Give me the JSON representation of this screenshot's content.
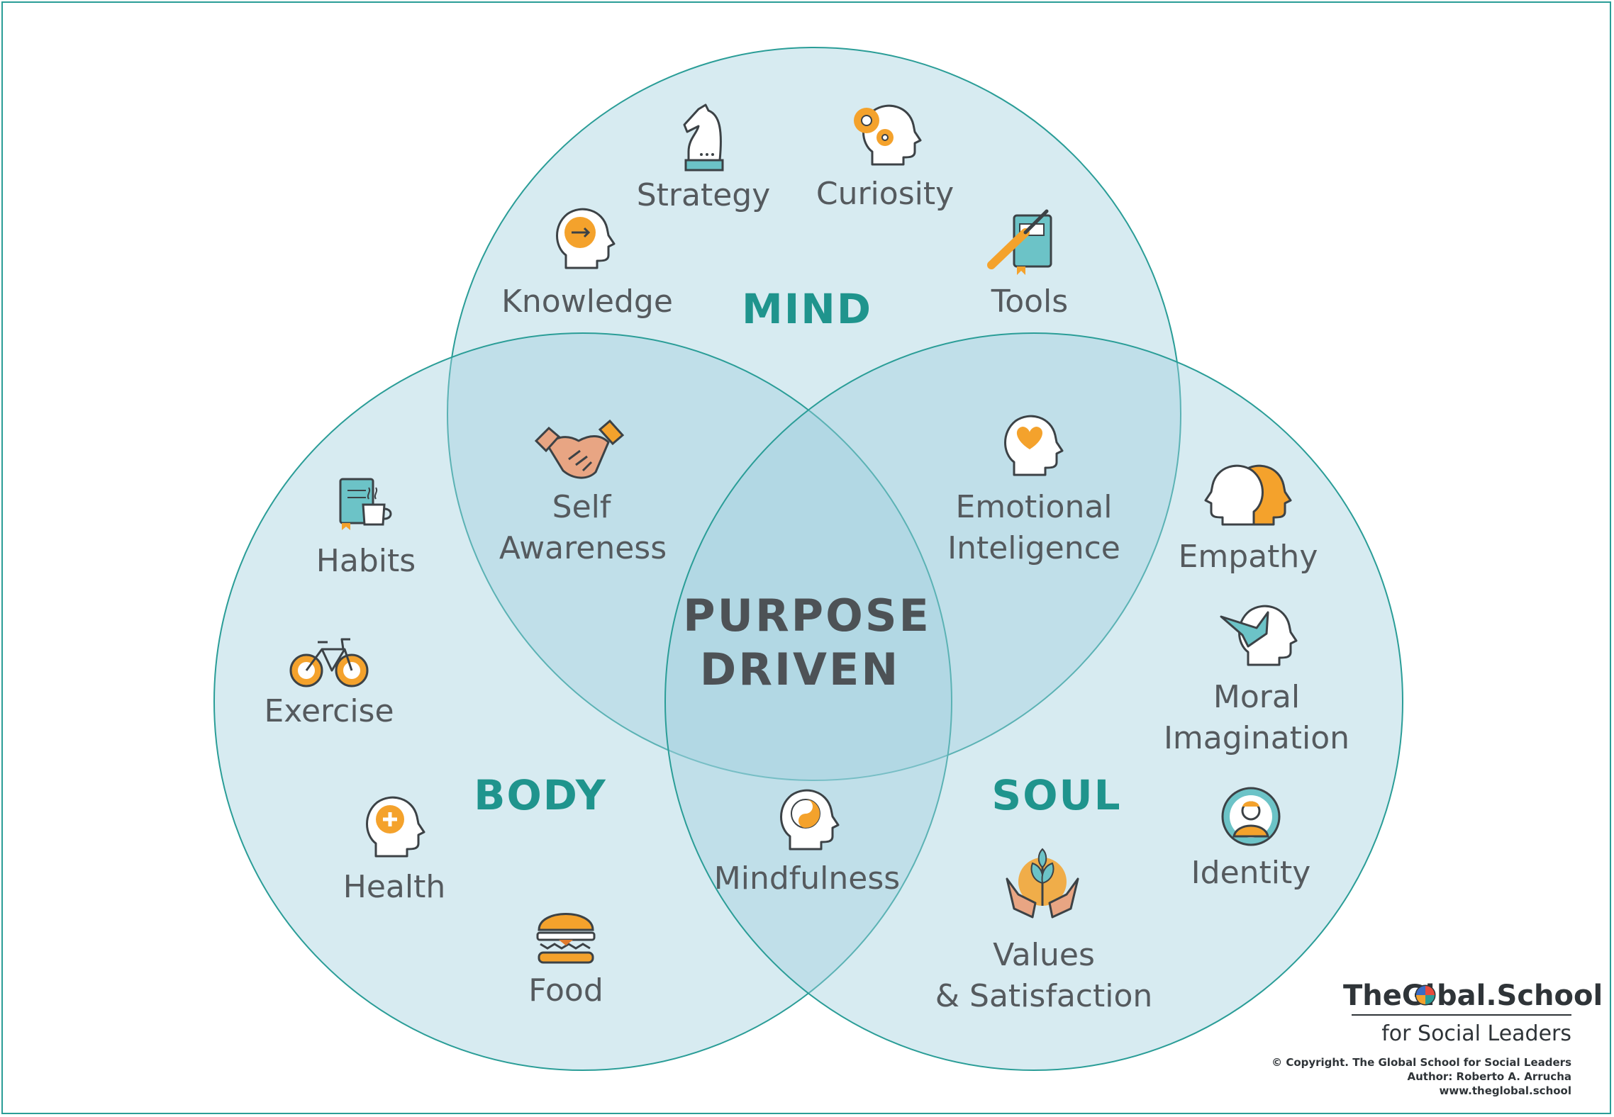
{
  "regions": {
    "mind": "MIND",
    "body": "BODY",
    "soul": "SOUL",
    "center_line1": "PURPOSE",
    "center_line2": "DRIVEN"
  },
  "items": {
    "strategy": "Strategy",
    "curiosity": "Curiosity",
    "knowledge": "Knowledge",
    "tools": "Tools",
    "self_line1": "Self",
    "self_line2": "Awareness",
    "emotional_line1": "Emotional",
    "emotional_line2": "Inteligence",
    "habits": "Habits",
    "exercise": "Exercise",
    "health": "Health",
    "food": "Food",
    "mindfulness": "Mindfulness",
    "empathy": "Empathy",
    "moral_line1": "Moral",
    "moral_line2": "Imagination",
    "identity": "Identity",
    "values_line1": "Values",
    "values_line2": "& Satisfaction"
  },
  "branding": {
    "logo_part1": "TheGl",
    "logo_part2": "bal.School",
    "logo_sub": "for Social Leaders",
    "copyright": "© Copyright. The Global School for Social Leaders",
    "author": "Author: Roberto A. Arrucha",
    "website": "www.theglobal.school"
  },
  "colors": {
    "circle_fill": "#9fd0dd",
    "circle_stroke": "#2a9d97",
    "heading": "#1f948d",
    "accent_orange": "#f4a22c",
    "text": "#555a5e"
  }
}
